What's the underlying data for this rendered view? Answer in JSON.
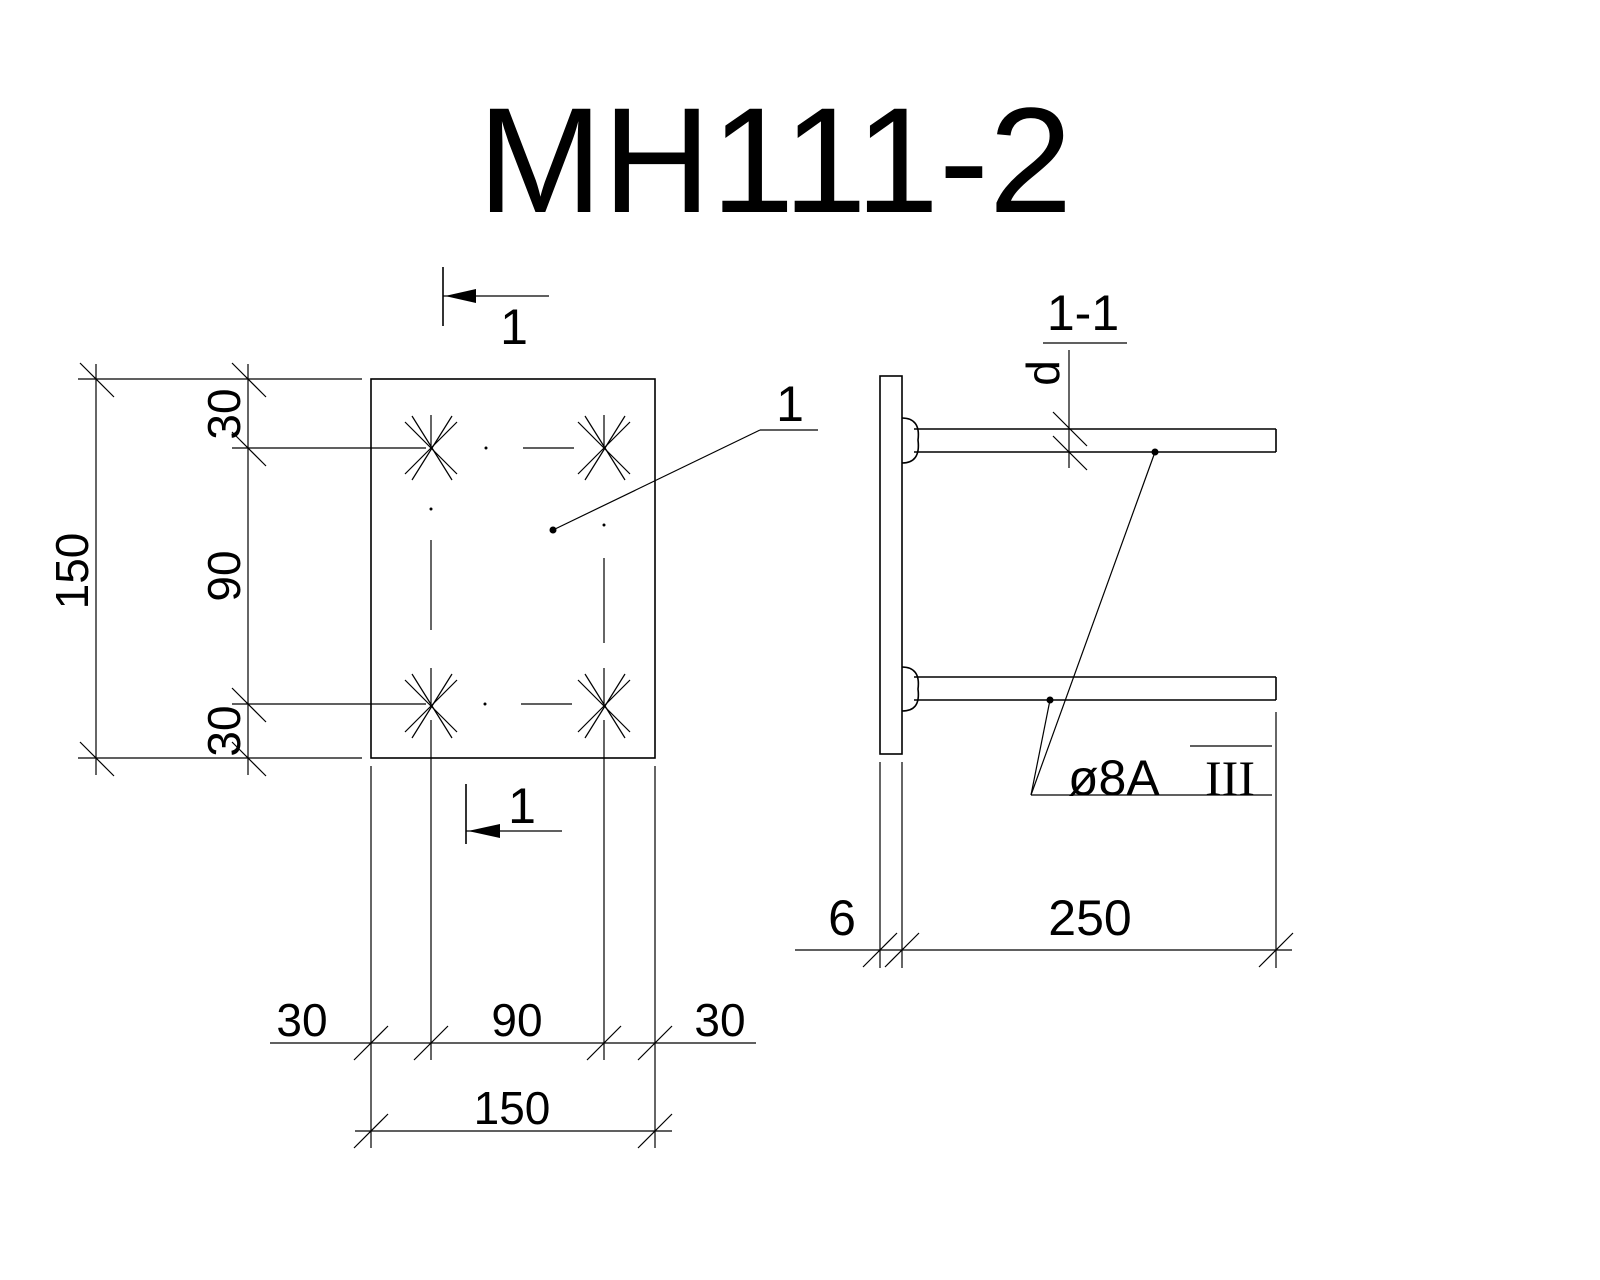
{
  "title": "MH111-2",
  "plan": {
    "section_marker": "1",
    "position_label": "1",
    "dim_left_total": "150",
    "dim_left_top": "30",
    "dim_left_mid": "90",
    "dim_left_bottom": "30",
    "dim_bottom_left": "30",
    "dim_bottom_mid": "90",
    "dim_bottom_right": "30",
    "dim_bottom_total": "150"
  },
  "section": {
    "title": "1-1",
    "diameter_label": "d",
    "rebar_callout": "ø8A",
    "rebar_class": "III",
    "dim_plate": "6",
    "dim_length": "250"
  }
}
